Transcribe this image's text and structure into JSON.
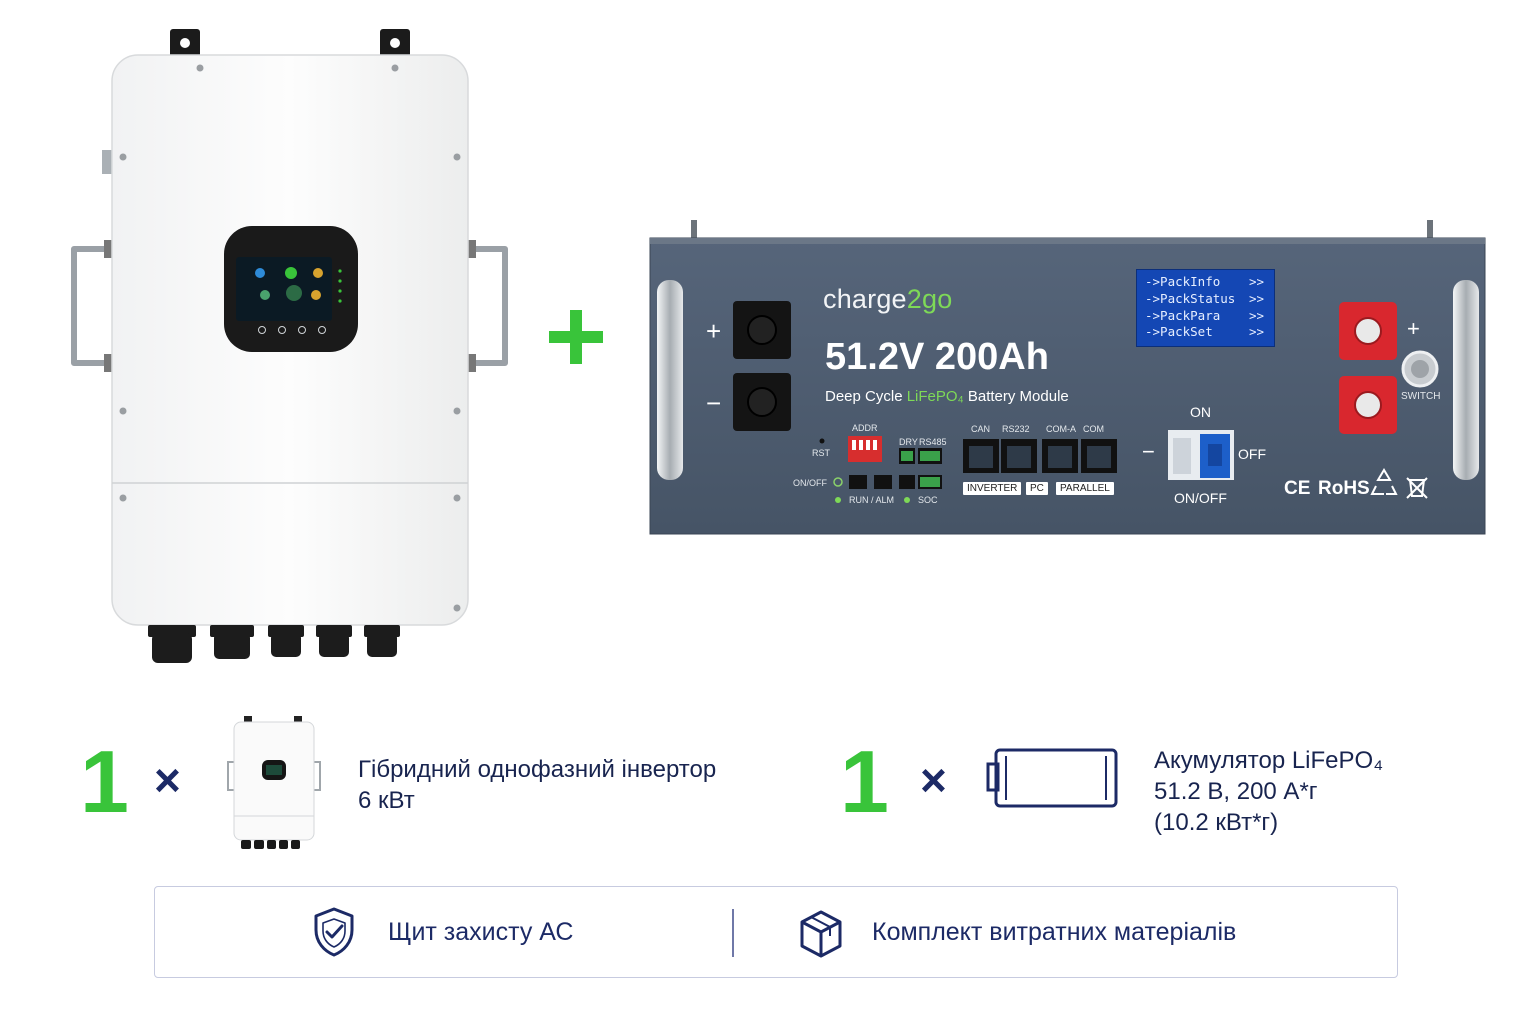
{
  "battery": {
    "brand_prefix": "charge",
    "brand_number": "2",
    "brand_suffix": "go",
    "model": "51.2V 200Ah",
    "subtitle_pre": "Deep Cycle ",
    "subtitle_chem": "LiFePO₄",
    "subtitle_post": " Battery Module",
    "lcd_lines": [
      "->PackInfo",
      "->PackStatus",
      "->PackPara",
      "->PackSet"
    ],
    "lcd_arrow": ">>",
    "plus_sign": "+",
    "minus_sign": "−",
    "label_rst": "RST",
    "label_addr": "ADDR",
    "label_dry": "DRY",
    "label_rs485": "RS485",
    "label_onoff": "ON/OFF",
    "label_run_alm": "RUN / ALM",
    "label_soc": "SOC",
    "label_can": "CAN",
    "label_rs232": "RS232",
    "label_com_a": "COM-A",
    "label_com": "COM",
    "tag_inverter": "INVERTER",
    "tag_pc": "PC",
    "tag_parallel": "PARALLEL",
    "breaker_on": "ON",
    "breaker_off": "OFF",
    "breaker_onoff": "ON/OFF",
    "switch_label": "SWITCH",
    "cert_ce": "CE",
    "cert_rohs": "RoHS"
  },
  "items": [
    {
      "qty": "1",
      "times": "×",
      "line1": "Гібридний однофазний інвертор",
      "line2": "6 кВт"
    },
    {
      "qty": "1",
      "times": "×",
      "line1": "Акумулятор LiFePO₄",
      "line2": "51.2 В, 200 А*г",
      "line3": "(10.2 кВт*г)"
    }
  ],
  "extras": {
    "left_label": "Щит захисту АС",
    "right_label": "Комплект витратних матеріалів"
  },
  "colors": {
    "accent_green": "#39c43a",
    "navy": "#1c2a66",
    "battery_body": "#4b5a6a"
  }
}
